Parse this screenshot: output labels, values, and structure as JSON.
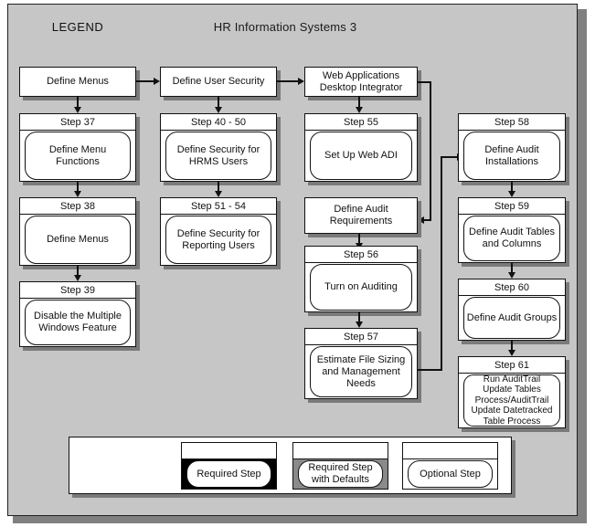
{
  "diagram": {
    "title": "HR Information Systems 3",
    "type": "flowchart"
  },
  "top_row": [
    {
      "id": "define-menus-top",
      "label": "Define Menus"
    },
    {
      "id": "define-user-security",
      "label": "Define User Security"
    },
    {
      "id": "web-adi",
      "label": "Web Applications\nDesktop Integrator",
      "line1": "Web Applications",
      "line2": "Desktop Integrator"
    }
  ],
  "columns": [
    {
      "id": "column-1",
      "steps": [
        {
          "id": "step-37",
          "header": "Step 37",
          "label": "Define Menu\nFunctions",
          "line1": "Define Menu",
          "line2": "Functions",
          "style": "optional"
        },
        {
          "id": "step-38",
          "header": "Step 38",
          "label": "Define Menus",
          "line1": "Define Menus",
          "line2": "",
          "style": "optional"
        },
        {
          "id": "step-39",
          "header": "Step 39",
          "label": "Disable the Multiple\nWindows Feature",
          "line1": "Disable the Multiple",
          "line2": "Windows Feature",
          "style": "optional"
        }
      ]
    },
    {
      "id": "column-2",
      "steps": [
        {
          "id": "step-40-50",
          "header": "Step 40 - 50",
          "label": "Define Security for\nHRMS Users",
          "line1": "Define Security for",
          "line2": "HRMS Users",
          "style": "optional"
        },
        {
          "id": "step-51-54",
          "header": "Step 51 - 54",
          "label": "Define Security for\nReporting Users",
          "line1": "Define Security for",
          "line2": "Reporting Users",
          "style": "optional"
        }
      ]
    },
    {
      "id": "column-3",
      "steps": [
        {
          "id": "step-55",
          "header": "Step 55",
          "label": "Set Up Web ADI",
          "line1": "Set Up Web ADI",
          "line2": "",
          "style": "optional"
        },
        {
          "id": "define-audit-requirements",
          "header": "",
          "label": "Define Audit\nRequirements",
          "line1": "Define Audit",
          "line2": "Requirements",
          "style": "plain"
        },
        {
          "id": "step-56",
          "header": "Step 56",
          "label": "Turn on Auditing",
          "line1": "Turn on Auditing",
          "line2": "",
          "style": "optional"
        },
        {
          "id": "step-57",
          "header": "Step 57",
          "label": "Estimate File Sizing\nand Management\nNeeds",
          "line1": "Estimate File Sizing",
          "line2": "and Management",
          "line3": "Needs",
          "style": "optional"
        }
      ]
    },
    {
      "id": "column-4",
      "steps": [
        {
          "id": "step-58",
          "header": "Step 58",
          "label": "Define Audit\nInstallations",
          "line1": "Define Audit",
          "line2": "Installations",
          "style": "optional"
        },
        {
          "id": "step-59",
          "header": "Step 59",
          "label": "Define Audit Tables\nand Columns",
          "line1": "Define Audit Tables",
          "line2": "and Columns",
          "style": "optional"
        },
        {
          "id": "step-60",
          "header": "Step 60",
          "label": "Define Audit Groups",
          "line1": "Define Audit Groups",
          "line2": "",
          "style": "optional"
        },
        {
          "id": "step-61",
          "header": "Step 61",
          "label": "Run AuditTrail\nUpdate Tables\nProcess/AuditTrail\nUpdate Datetracked\nTable Process",
          "line1": "Run AuditTrail",
          "line2": "Update Tables",
          "line3": "Process/AuditTrail",
          "line4": "Update Datetracked",
          "line5": "Table Process",
          "style": "optional"
        }
      ]
    }
  ],
  "legend": {
    "title": "LEGEND",
    "items": [
      {
        "id": "legend-required",
        "label": "Required Step",
        "line1": "Required Step",
        "line2": "",
        "fill": "black"
      },
      {
        "id": "legend-required-defaults",
        "label": "Required Step\nwith Defaults",
        "line1": "Required Step",
        "line2": "with Defaults",
        "fill": "gray"
      },
      {
        "id": "legend-optional",
        "label": "Optional Step",
        "line1": "Optional Step",
        "line2": "",
        "fill": "white"
      }
    ]
  },
  "colors": {
    "background": "#c6c6c6",
    "node_fill": "#ffffff",
    "stroke": "#111111",
    "shadow": "#7a7a7a",
    "legend_required_fill": "#000000",
    "legend_defaults_fill": "#8a8a8a"
  }
}
